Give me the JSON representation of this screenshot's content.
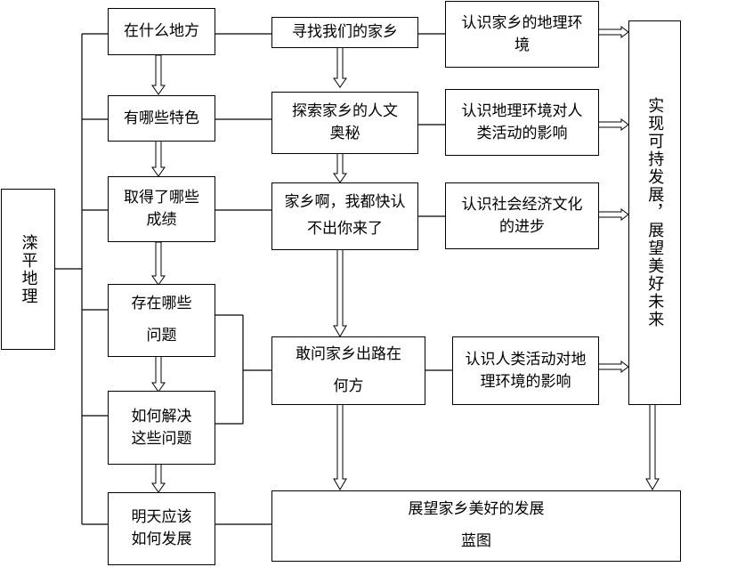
{
  "left_title": "滦平地理",
  "column1": [
    "在什么地方",
    "有哪些特色",
    "取得了哪些成绩",
    "存在哪些问题",
    "如何解决这些问题",
    "明天应该如何发展"
  ],
  "column2": [
    "寻找我们的家乡",
    "探索家乡的人文奥秘",
    "家乡啊，我都快认不出你来了",
    "敢问家乡出路在何方"
  ],
  "column3": [
    "认识家乡的地理环境",
    "认识地理环境对人类活动的影响",
    "认识社会经济文化的进步",
    "认识人类活动对地理环境的影响"
  ],
  "right_title": "实现可持发展，展望美好未来",
  "bottom_box": "展望家乡美好的发展蓝图"
}
